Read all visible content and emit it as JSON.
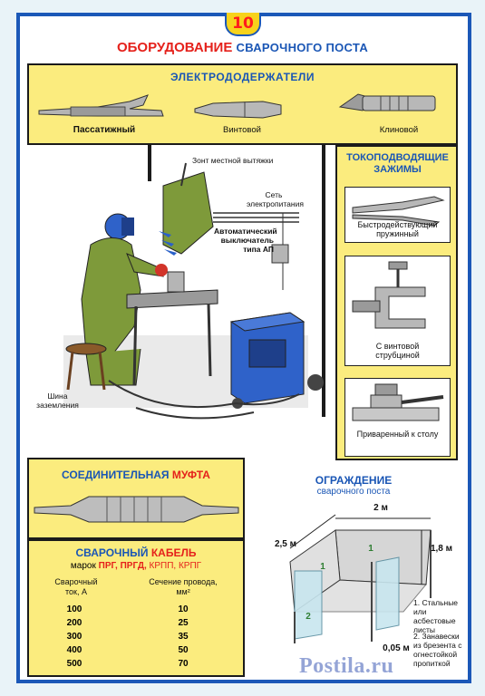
{
  "page_number": "10",
  "title": {
    "part1": "ОБОРУДОВАНИЕ",
    "part2": "СВАРОЧНОГО ПОСТА"
  },
  "holders": {
    "heading": "ЭЛЕКТРОДОДЕРЖАТЕЛИ",
    "items": [
      "Пассатижный",
      "Винтовой",
      "Клиновой"
    ]
  },
  "station": {
    "hood_label": "Зонт местной вытяжки",
    "mains_label": "Сеть электропитания",
    "breaker_label": "Автоматический выключатель типа АП",
    "ground_bus_label": "Шина заземления"
  },
  "clamps": {
    "heading": "ТОКОПОДВОДЯЩИЕ ЗАЖИМЫ",
    "items": [
      "Быстродействующий пружинный",
      "С винтовой струбциной",
      "Приваренный к столу"
    ]
  },
  "coupling": {
    "part1": "СОЕДИНИТЕЛЬНАЯ",
    "part2": "МУФТА"
  },
  "cable": {
    "heading_part1": "СВАРОЧНЫЙ",
    "heading_part2": "КАБЕЛЬ",
    "grades_prefix": "марок",
    "grades_bold": "ПРГ, ПРГД,",
    "grades_rest": "КРПП, КРПГ",
    "col1_header": "Сварочный ток, А",
    "col2_header": "Сечение провода, мм²",
    "rows": [
      {
        "current": "100",
        "section": "10"
      },
      {
        "current": "200",
        "section": "25"
      },
      {
        "current": "300",
        "section": "35"
      },
      {
        "current": "400",
        "section": "50"
      },
      {
        "current": "500",
        "section": "70"
      }
    ]
  },
  "enclosure": {
    "heading1": "ОГРАЖДЕНИЕ",
    "heading2": "сварочного поста",
    "dim_width": "2 м",
    "dim_depth": "2,5 м",
    "dim_height": "1,8 м",
    "dim_gap": "0,05 м",
    "marker1": "1",
    "marker2": "2",
    "note1": "1. Стальные или асбестовые листы",
    "note2": "2. Занавески из брезента с огнестойкой пропиткой"
  },
  "watermark": "Postila.ru",
  "colors": {
    "frame": "#1b58b8",
    "panel": "#fbec7e",
    "accent_red": "#e5211b",
    "accent_blue": "#1a56b5"
  }
}
